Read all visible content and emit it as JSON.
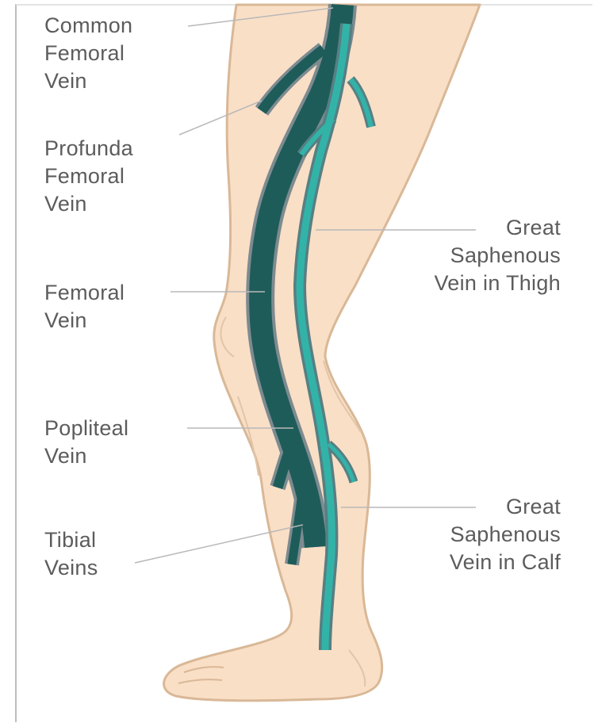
{
  "labels": {
    "common_femoral": [
      "Common",
      "Femoral",
      "Vein"
    ],
    "profunda_femoral": [
      "Profunda",
      "Femoral",
      "Vein"
    ],
    "femoral": [
      "Femoral",
      "Vein"
    ],
    "popliteal": [
      "Popliteal",
      "Vein"
    ],
    "tibial": [
      "Tibial",
      "Veins"
    ],
    "gsv_thigh": [
      "Great",
      "Saphenous",
      "Vein in Thigh"
    ],
    "gsv_calf": [
      "Great",
      "Saphenous",
      "Vein in Calf"
    ]
  },
  "colors": {
    "skin": "#f9dfc6",
    "skin_outline": "#d9b897",
    "deep_vein": "#1e5c59",
    "deep_vein_outline": "#7d8b90",
    "superficial_vein": "#32b3a8",
    "superficial_vein_outline": "#577f83",
    "leader_line": "#b8b8b8",
    "text": "#5c5c5c"
  }
}
